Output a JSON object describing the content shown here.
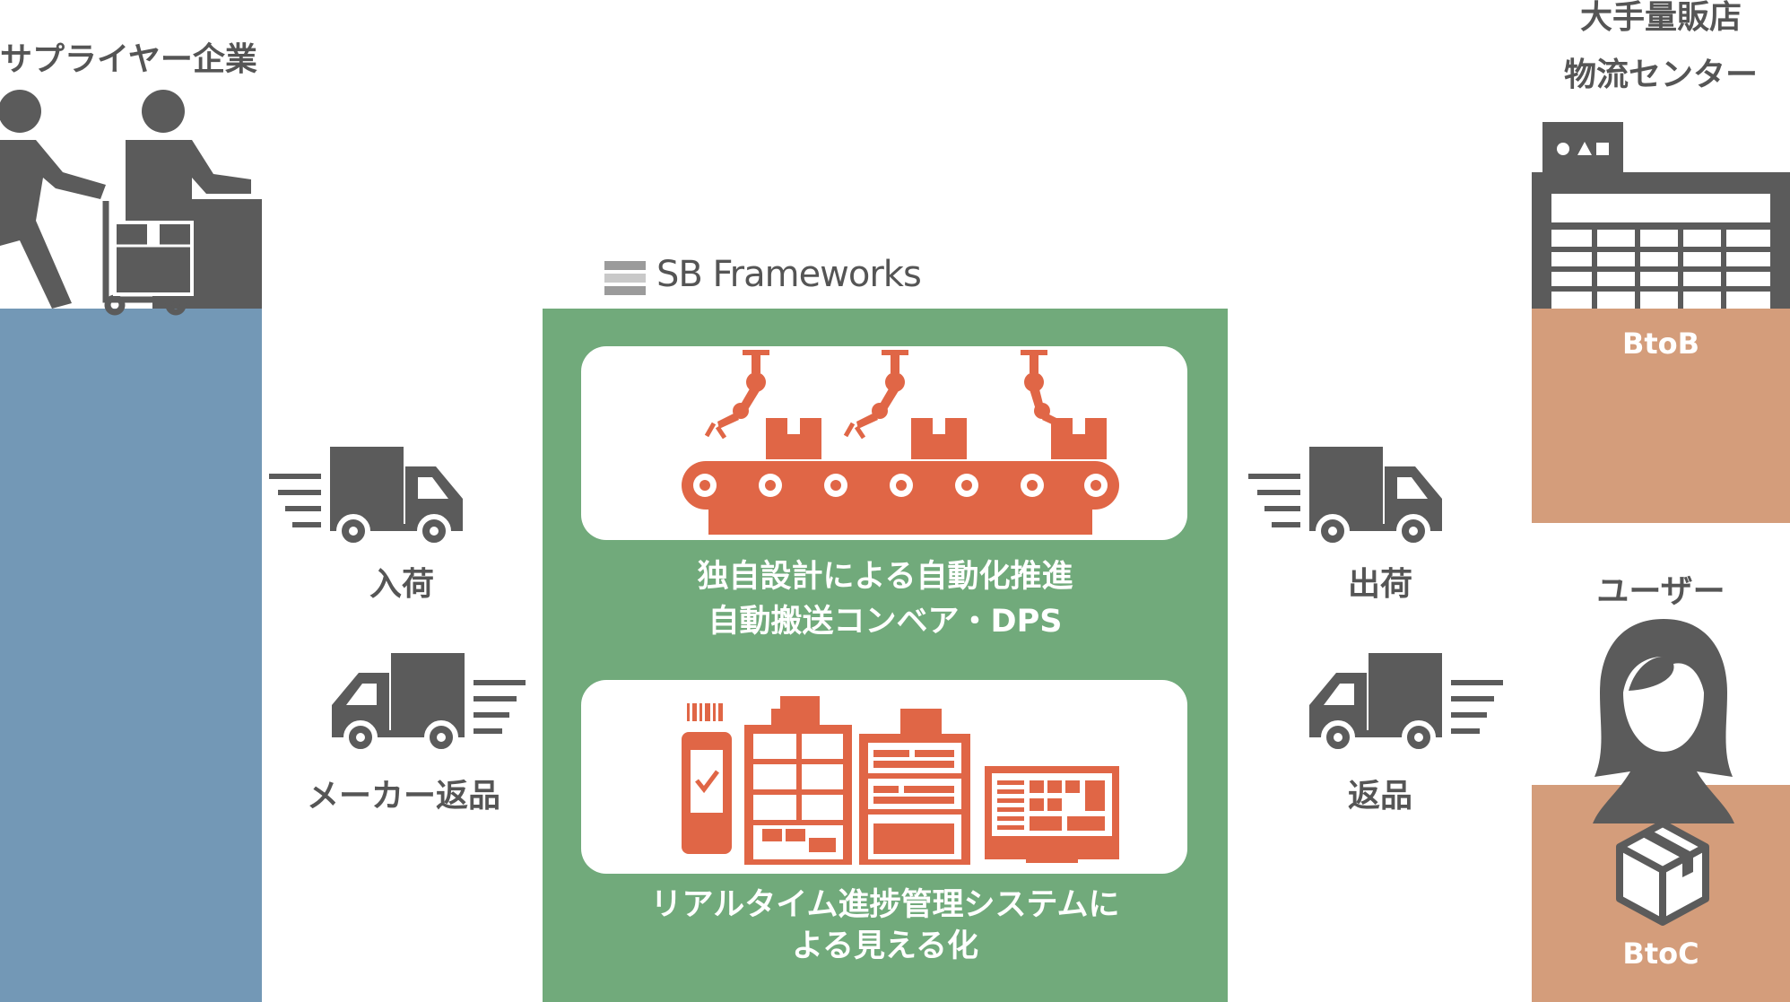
{
  "supplier": {
    "title": "サプライヤー企業"
  },
  "retailer": {
    "title_line1": "大手量販店",
    "title_line2": "物流センター",
    "box_label": "BtoB"
  },
  "user": {
    "title": "ユーザー",
    "box_label": "BtoC"
  },
  "center": {
    "logo": "SB Frameworks",
    "card1_caption_line1": "独自設計による自動化推進",
    "card1_caption_line2": "自動搬送コンベア・DPS",
    "card2_caption_line1": "リアルタイム進捗管理システムに",
    "card2_caption_line2": "よる見える化"
  },
  "flows": {
    "inbound": "入荷",
    "maker_return": "メーカー返品",
    "outbound": "出荷",
    "return": "返品"
  },
  "colors": {
    "supplier": "#7398b6",
    "center": "#71aa7b",
    "customer": "#d49d7b",
    "accent": "#e06646",
    "icon": "#5b5b5b"
  },
  "icons": [
    "workers-icon",
    "warehouse-icon",
    "woman-icon",
    "parcel-icon",
    "truck-icon",
    "robot-conveyor-icon",
    "warehouse-system-icon"
  ]
}
